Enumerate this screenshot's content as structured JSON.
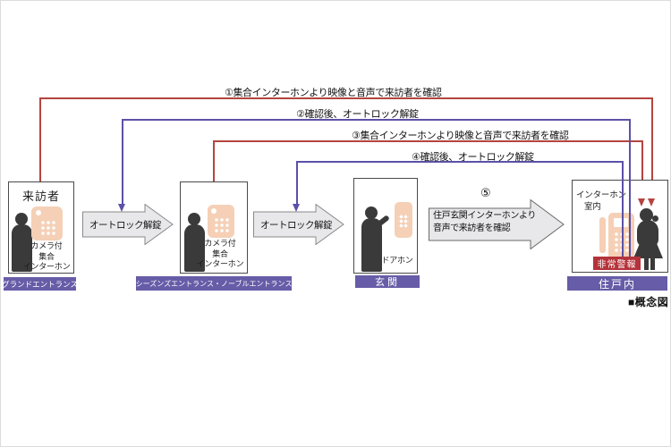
{
  "steps": {
    "s1": "①集合インターホンより映像と音声で来訪者を確認",
    "s2": "②確認後、オートロック解錠",
    "s3": "③集合インターホンより映像と音声で来訪者を確認",
    "s4": "④確認後、オートロック解錠",
    "s5_num": "⑤",
    "s5_line1": "住戸玄関インターホンより",
    "s5_line2": "音声で来訪者を確認"
  },
  "arrows": {
    "unlock1": "オートロック解錠",
    "unlock2": "オートロック解錠"
  },
  "stations": {
    "grand_entrance": {
      "visitor_title": "来訪者",
      "device_caption_1": "カメラ付",
      "device_caption_2": "集合",
      "device_caption_3": "インターホン",
      "zone_label": "グランドエントランス"
    },
    "seasons_entrance": {
      "device_caption_1": "カメラ付",
      "device_caption_2": "集合",
      "device_caption_3": "インターホン",
      "zone_label": "シーズンズエントランス・ノーブルエントランス"
    },
    "front_door": {
      "device_caption": "ドアホン",
      "zone_label": "玄関"
    },
    "dwelling": {
      "room_device_label_1": "インターホン",
      "room_device_label_2": "室内",
      "alert_label": "非常警報",
      "zone_label": "住戸内"
    }
  },
  "footnote": "■概念図",
  "colors": {
    "zone_bar_purple": "#665ca7",
    "flow_line_red": "#b5443f",
    "flow_line_purple": "#5b51a8",
    "alert_red": "#b4333a",
    "device_salmon": "#f5d0b6",
    "silhouette": "#3a3a3a",
    "big_arrow_fill": "#e8e8ea"
  }
}
